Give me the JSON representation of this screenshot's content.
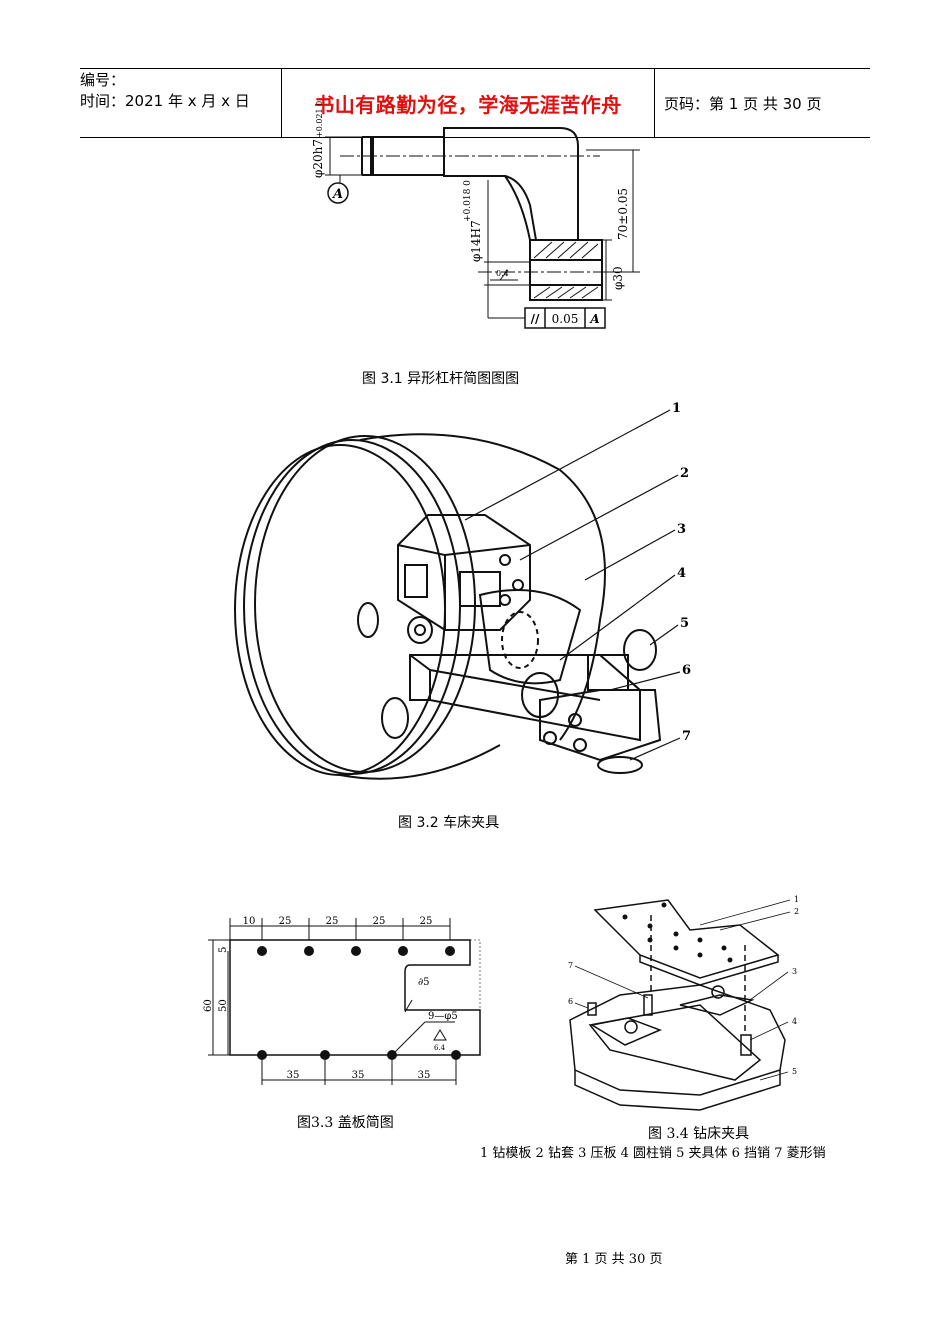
{
  "header": {
    "number_label": "编号：",
    "time_label": "时间：2021 年 x 月 x 日",
    "motto": "书山有路勤为径，学海无涯苦作舟",
    "page_info": "页码：第 1 页  共 30 页"
  },
  "figure1": {
    "caption": "图 3.1  异形杠杆简图图图",
    "dim_shaft": "φ20h7",
    "tol_shaft": "+0.021 0",
    "datum": "A",
    "dim_hole": "φ14H7",
    "tol_hole": "+0.018 0",
    "dim_center": "70±0.05",
    "dim_boss": "φ30",
    "roughness": "0.4",
    "parallel_symbol": "//",
    "parallel_tol": "0.05",
    "parallel_datum": "A"
  },
  "figure2": {
    "caption": "图  3.2  车床夹具",
    "callouts": [
      "1",
      "2",
      "3",
      "4",
      "5",
      "6",
      "7"
    ]
  },
  "figure3": {
    "caption": "图3.3 盖板简图",
    "top_dims": [
      "10",
      "25",
      "25",
      "25",
      "25"
    ],
    "left_dims": [
      "60",
      "50",
      "5"
    ],
    "bottom_dims": [
      "35",
      "35",
      "35"
    ],
    "slot_dim": "∂5",
    "hole_note": "9—φ5",
    "roughness": "6.4"
  },
  "figure4": {
    "caption": "图  3.4 钻床夹具",
    "callouts": [
      "1",
      "2",
      "3",
      "4",
      "5",
      "6",
      "7"
    ],
    "legend": "1 钻模板    2 钻套    3 压板  4 圆柱销  5 夹具体  6 挡销  7 菱形销"
  },
  "footer": {
    "page": "第  1  页  共  30  页"
  }
}
